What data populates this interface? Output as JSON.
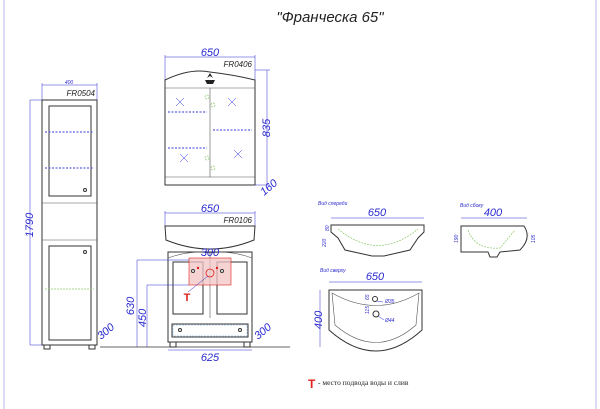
{
  "title": "\"Франческа 65\"",
  "tall_cabinet": {
    "code": "FR0504",
    "width": "400",
    "height": "1790",
    "depth": "300"
  },
  "mirror_cabinet": {
    "code": "FR0406",
    "width": "650",
    "height": "835",
    "depth": "160"
  },
  "vanity": {
    "code": "FR0106",
    "width": "650",
    "inner_width": "625",
    "depth": "300",
    "pipe_zone_width": "300",
    "height_top": "630",
    "height_pipe": "450",
    "marker": "T"
  },
  "basin": {
    "front_label": "Вид спереди",
    "front_width": "650",
    "front_dim_a": "80",
    "front_dim_b": "220",
    "side_label": "Вид сбоку",
    "side_depth": "400",
    "side_dim_a": "190",
    "side_dim_b": "105",
    "top_label": "Вид сверху",
    "top_width": "650",
    "top_depth": "400",
    "hole_small": "Ø35",
    "hole_large": "Ø44",
    "offset_a": "65",
    "offset_b": "115"
  },
  "legend": {
    "marker": "T",
    "text": "- место подвода воды и слив"
  },
  "colors": {
    "dimension": "#2a2ad0",
    "marker": "#e0201a",
    "pipe_zone": "#f3c4c4"
  }
}
